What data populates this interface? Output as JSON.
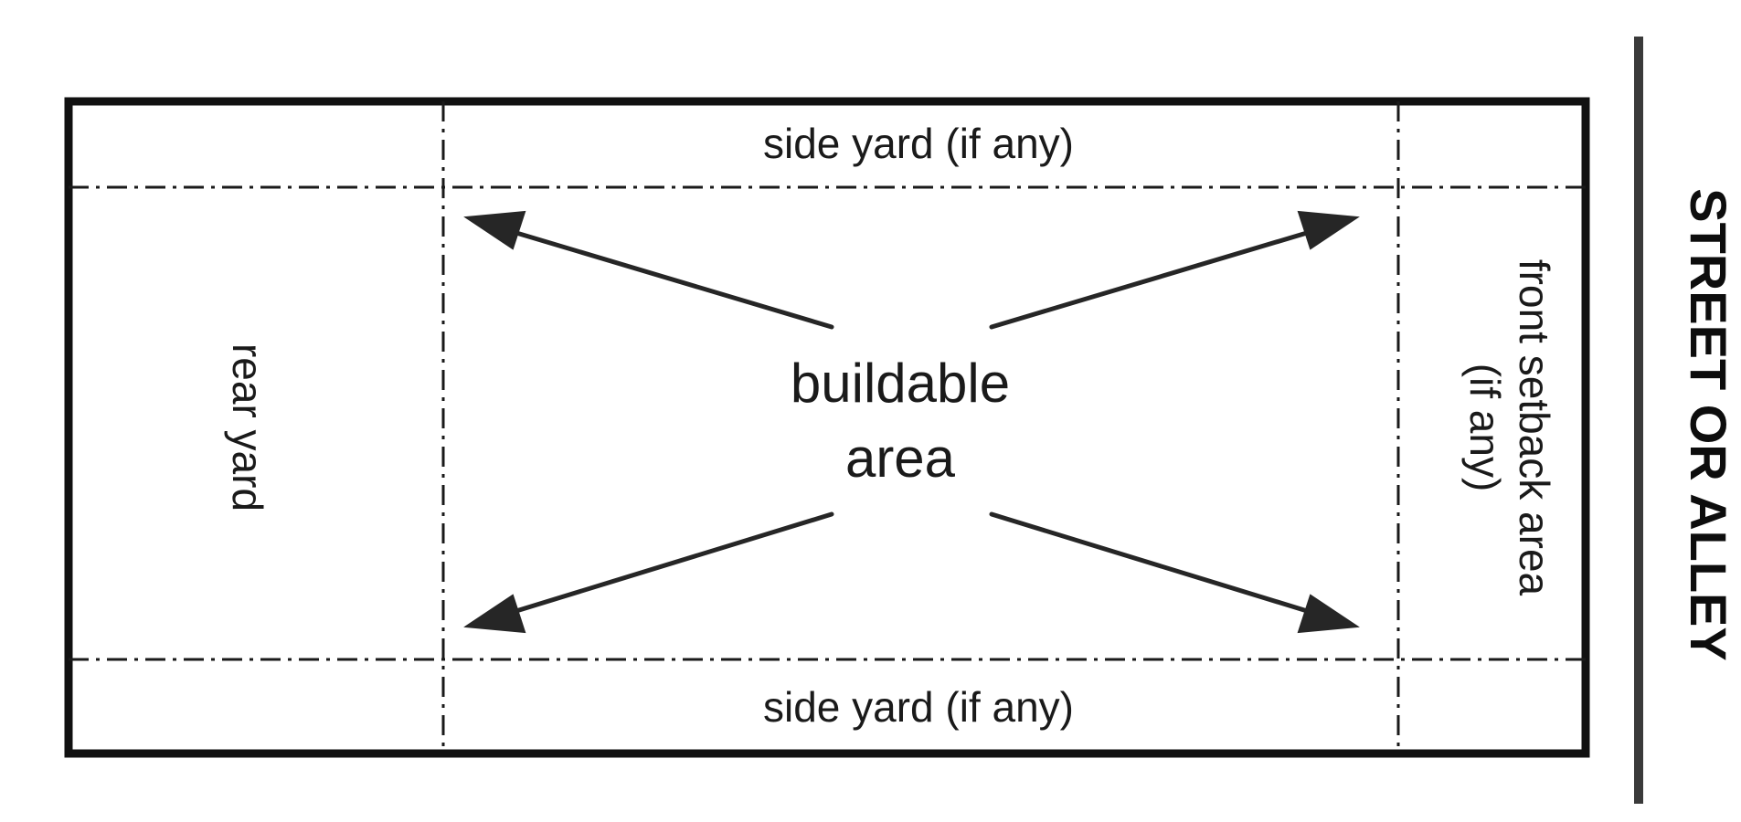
{
  "labels": {
    "side_yard_top": "side yard (if any)",
    "side_yard_bottom": "side yard (if any)",
    "rear_yard": "rear yard",
    "buildable_line1": "buildable",
    "buildable_line2": "area",
    "front_setback_line1": "front setback area",
    "front_setback_line2": "(if any)",
    "street": "STREET OR ALLEY"
  },
  "colors": {
    "ink": "#1a1a1a",
    "street_bar": "#3a3a3a",
    "background": "#ffffff"
  }
}
